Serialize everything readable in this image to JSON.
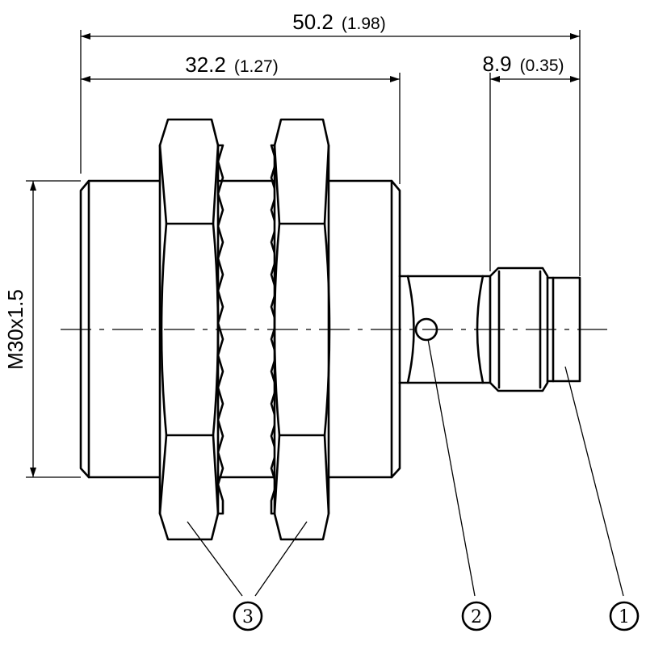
{
  "dimensions": {
    "overall_length": {
      "value": "50.2",
      "inches": "(1.98)"
    },
    "body_length": {
      "value": "32.2",
      "inches": "(1.27)"
    },
    "connector_length": {
      "value": "8.9",
      "inches": "(0.35)"
    },
    "thread": {
      "label": "M30x1.5"
    }
  },
  "callouts": [
    {
      "number": "1"
    },
    {
      "number": "2"
    },
    {
      "number": "3"
    }
  ]
}
